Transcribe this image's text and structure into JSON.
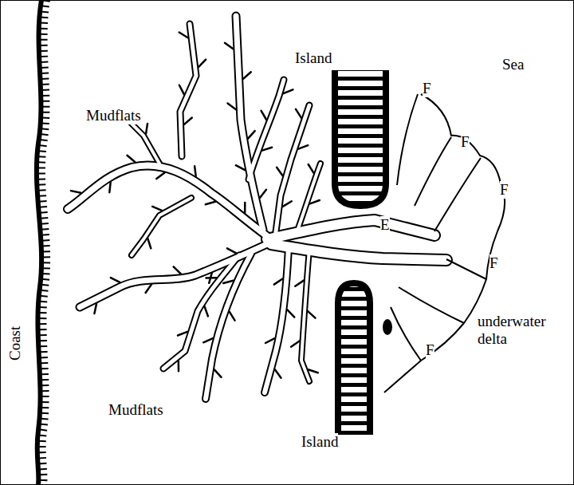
{
  "diagram": {
    "labels": [
      "Island",
      "Sea",
      "F",
      "Mudflats",
      "F",
      "F",
      "E",
      "F",
      "underwater delta",
      "F",
      "Mudflats",
      "Island",
      "Coast"
    ]
  }
}
